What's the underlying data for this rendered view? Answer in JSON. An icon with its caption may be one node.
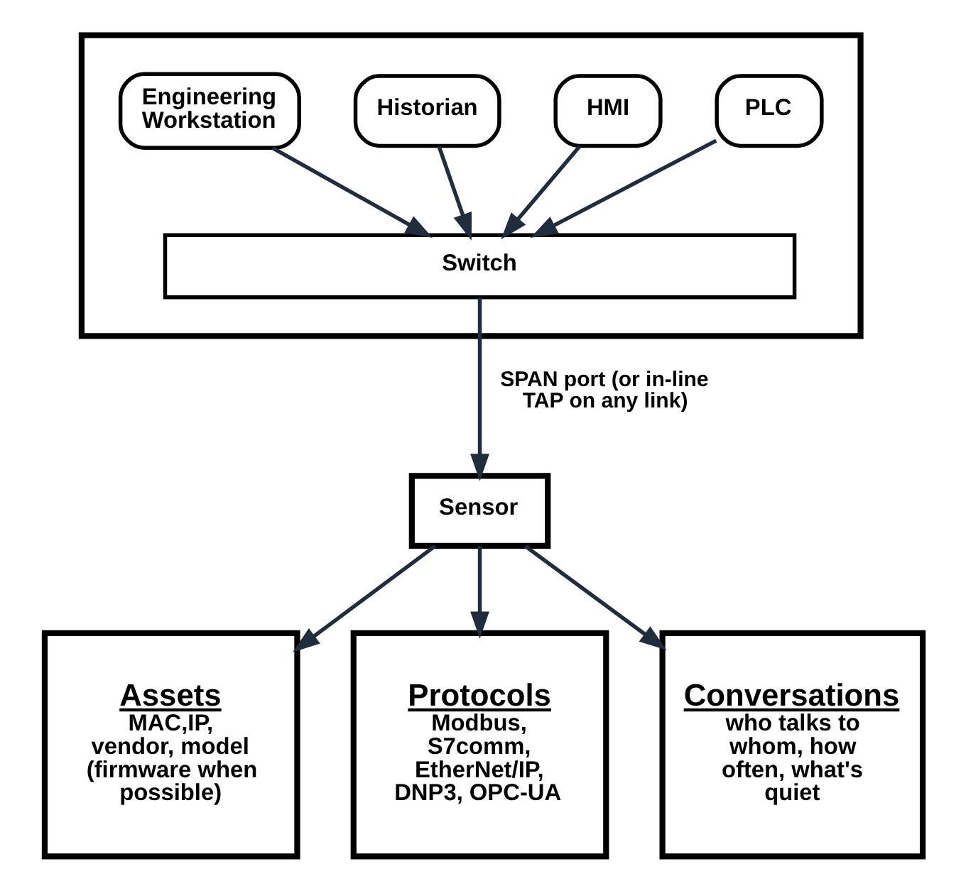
{
  "diagram": {
    "nodes": [
      {
        "text": [],
        "shape": "box"
      },
      {
        "text": [
          "PLC"
        ],
        "in": 0
      },
      {
        "text": [
          "HMI"
        ],
        "in": 0
      },
      {
        "text": [
          "Historian"
        ],
        "in": 0
      },
      {
        "text": [
          "Engineering Workstation"
        ],
        "in": 0
      },
      {
        "text": [
          "Switch"
        ],
        "in": 0
      },
      {
        "text": [
          "Sensor"
        ]
      },
      {
        "text": [
          "Assets",
          "MAC,IP, vendor, model (firmware when possible)"
        ]
      },
      {
        "text": [
          "Protocols",
          "Modbus, S7comm, EtherNet/IP, DNP3, OPC-UA"
        ]
      },
      {
        "text": [
          "Conversations",
          "who talks to whom, how often, what's quiet"
        ]
      }
    ],
    "edges": [
      {
        "from": 1,
        "to": 5,
        "arrow": "to"
      },
      {
        "from": 2,
        "to": 5,
        "arrow": "to"
      },
      {
        "from": 3,
        "to": 5,
        "arrow": "to"
      },
      {
        "from": 4,
        "to": 5,
        "arrow": "to"
      },
      {
        "from": 5,
        "to": 6,
        "arrow": "to",
        "label": "SPAN port (or in-line TAP on any link)"
      },
      {
        "from": 6,
        "to": 7,
        "arrow": "to"
      },
      {
        "from": 6,
        "to": 8,
        "arrow": "to"
      },
      {
        "from": 6,
        "to": 9,
        "arrow": "to"
      }
    ]
  }
}
